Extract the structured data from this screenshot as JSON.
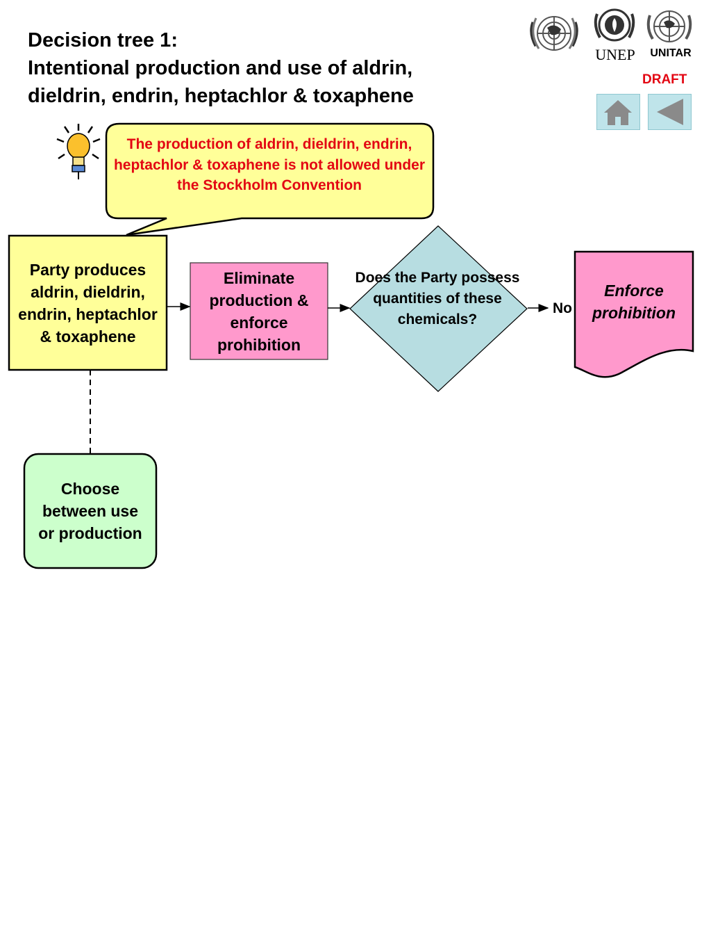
{
  "header": {
    "title_line1": "Decision tree 1:",
    "title_line2": "Intentional production and use of aldrin,",
    "title_line3": "dieldrin, endrin, heptachlor & toxaphene",
    "draft_label": "DRAFT",
    "logos": {
      "un": "UN emblem",
      "unep": "UNEP",
      "unitar": "UNITAR"
    }
  },
  "nav": {
    "home_icon": "home-icon",
    "back_icon": "back-arrow-icon"
  },
  "tip": {
    "icon": "lightbulb-icon",
    "text": "The production of aldrin, dieldrin, endrin, heptachlor & toxaphene is not allowed under the Stockholm Convention"
  },
  "flow": {
    "start_box": "Party produces aldrin, dieldrin, endrin, heptachlor & toxaphene",
    "eliminate_box": "Eliminate production & enforce prohibition",
    "decision": "Does the Party possess quantities of these chemicals?",
    "no_label": "No",
    "enforce_doc": "Enforce prohibition",
    "choose_box": "Choose between use or production"
  },
  "colors": {
    "title_red": "#e30613",
    "yellow": "#ffff99",
    "pink": "#ff99cc",
    "diamond": "#b7dde1",
    "green": "#ccffcc",
    "nav_button": "#bfe4ea"
  }
}
